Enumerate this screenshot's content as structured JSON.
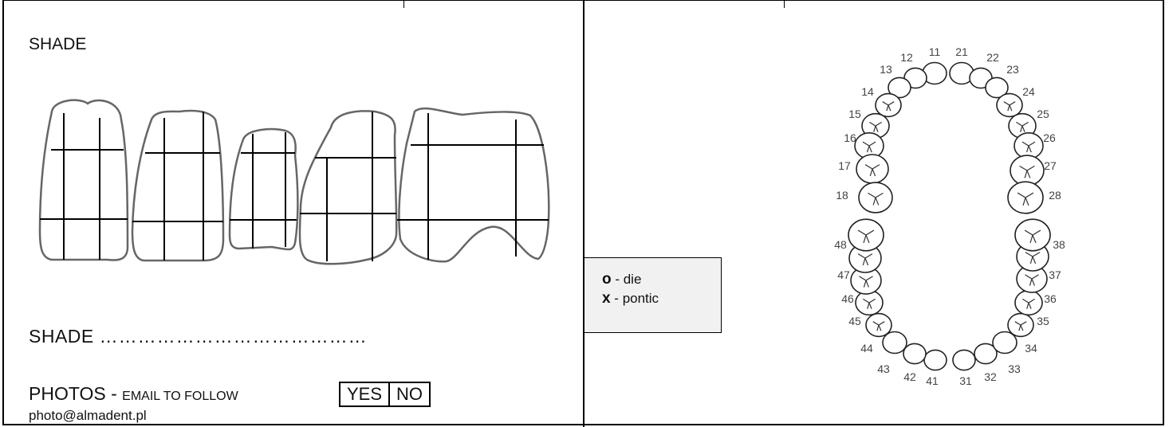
{
  "shade_section": {
    "title": "SHADE",
    "shade_label": "SHADE",
    "shade_dots": "……………………………………",
    "photos_label": "PHOTOS",
    "photos_sep": " - ",
    "photos_sub": "EMAIL TO FOLLOW",
    "yes": "YES",
    "no": "NO",
    "email": "photo@almadent.pl"
  },
  "legend": {
    "o_symbol": "o",
    "o_sep": " - ",
    "o_label": "die",
    "x_symbol": "x",
    "x_sep": " - ",
    "x_label": "pontic"
  },
  "tooth_chart": {
    "upper_right": [
      "11",
      "12",
      "13",
      "14",
      "15",
      "16",
      "17",
      "18"
    ],
    "upper_left": [
      "21",
      "22",
      "23",
      "24",
      "25",
      "26",
      "27",
      "28"
    ],
    "lower_left": [
      "31",
      "32",
      "33",
      "34",
      "35",
      "36",
      "37",
      "38"
    ],
    "lower_right": [
      "41",
      "42",
      "43",
      "44",
      "45",
      "46",
      "47",
      "48"
    ]
  }
}
